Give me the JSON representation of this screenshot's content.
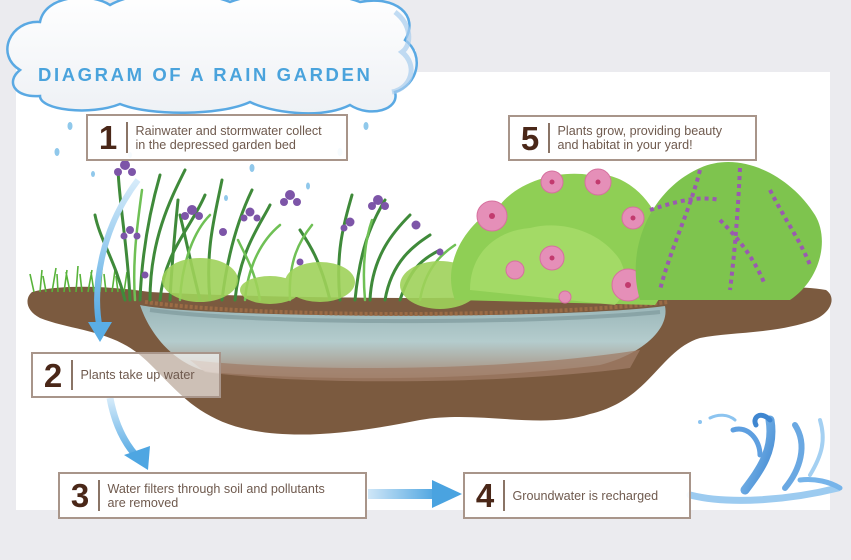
{
  "title": "DIAGRAM OF A RAIN GARDEN",
  "steps": [
    {
      "number": "1",
      "text_line1": "Rainwater and stormwater collect",
      "text_line2": "in the depressed garden bed"
    },
    {
      "number": "2",
      "text_line1": "Plants take up water",
      "text_line2": ""
    },
    {
      "number": "3",
      "text_line1": "Water filters through soil and pollutants",
      "text_line2": "are removed"
    },
    {
      "number": "4",
      "text_line1": "Groundwater is recharged",
      "text_line2": ""
    },
    {
      "number": "5",
      "text_line1": "Plants grow, providing beauty",
      "text_line2": "and habitat in your yard!"
    }
  ],
  "illustrations": {
    "cloud": "rain-cloud",
    "raindrops": "raindrops",
    "plants_left": "iris-and-fern-plants",
    "plants_right": "hibiscus-and-beautyberry-plants",
    "soil_basin": "garden-bed-cross-section",
    "splash": "water-splash"
  },
  "colors": {
    "title": "#4aa3dc",
    "step_number": "#4a2718",
    "step_text": "#6f5a4e",
    "step_border": "#a8958a",
    "arrow": "#5aaee6",
    "soil": "#7a5a3e",
    "water_layer": "#a9c7c8",
    "background": "#ebebef",
    "panel": "#ffffff"
  }
}
